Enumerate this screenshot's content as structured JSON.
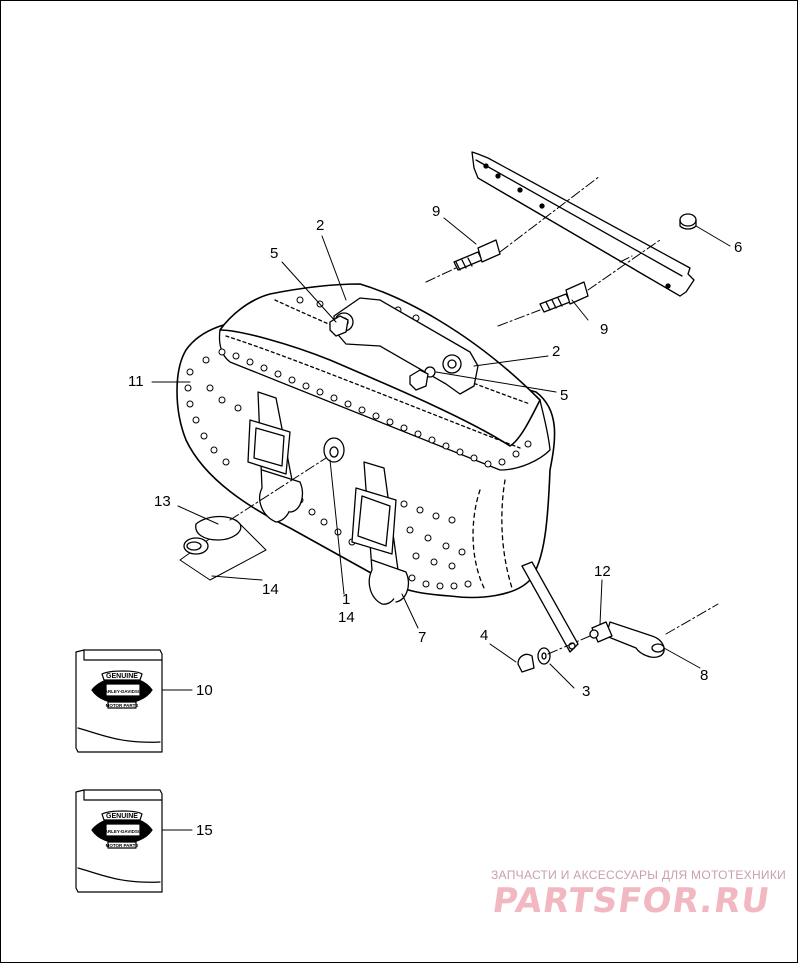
{
  "callouts": {
    "c1": "1",
    "c2a": "2",
    "c2b": "2",
    "c3": "3",
    "c4": "4",
    "c5a": "5",
    "c5b": "5",
    "c6": "6",
    "c7": "7",
    "c8": "8",
    "c9a": "9",
    "c9b": "9",
    "c10": "10",
    "c11": "11",
    "c12": "12",
    "c13": "13",
    "c14a": "14",
    "c14b": "14",
    "c15": "15"
  },
  "kit_label": {
    "line1": "GENUINE",
    "line2": "HARLEY-DAVIDSON",
    "line3": "MOTOR PARTS"
  },
  "watermark": {
    "tagline": "ЗАПЧАСТИ И АКСЕССУАРЫ ДЛЯ МОТОТЕХНИКИ",
    "brand": "PARTSFOR.RU"
  },
  "colors": {
    "line": "#000000",
    "watermark_text": "#c8a0a8",
    "watermark_logo": "#f2b8c2"
  }
}
